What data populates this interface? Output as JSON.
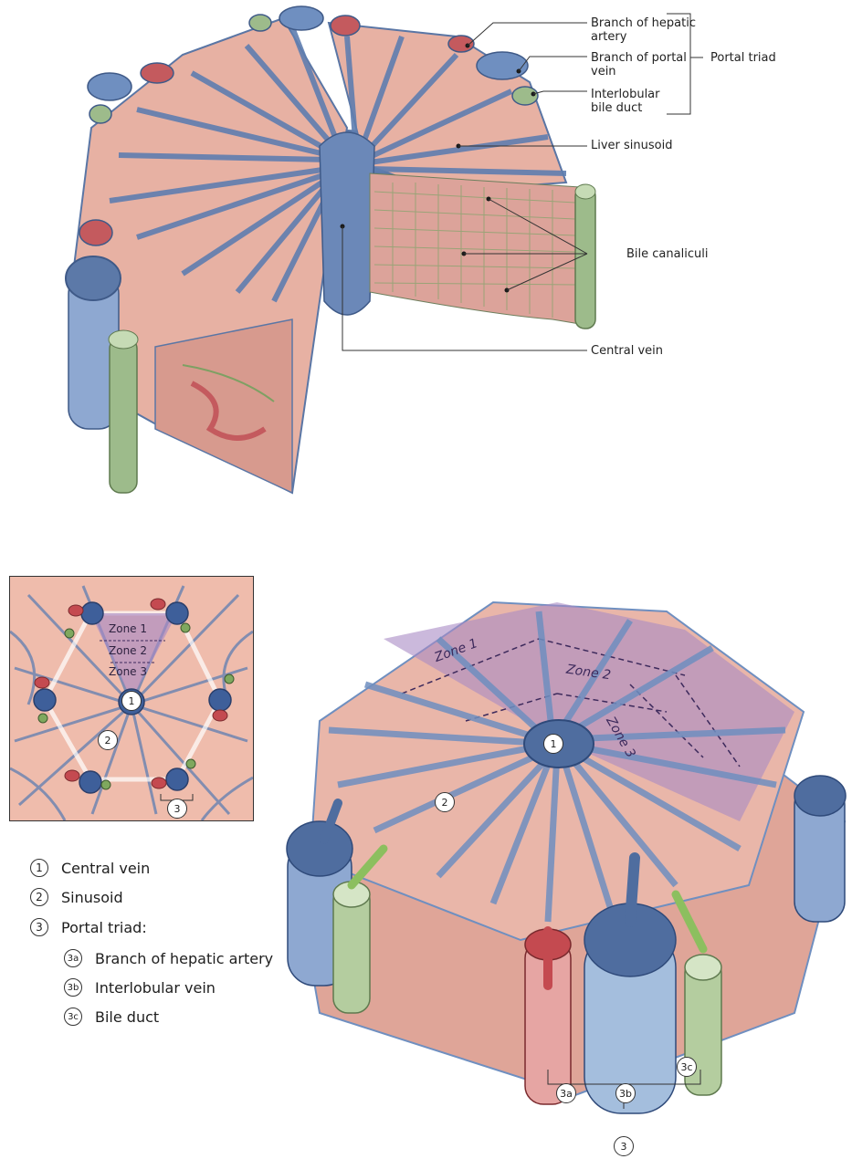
{
  "top_labels": {
    "hepatic_artery": "Branch of hepatic artery",
    "portal_vein": "Branch of portal vein",
    "bile_duct": "Interlobular bile duct",
    "portal_triad": "Portal triad",
    "sinusoid": "Liver sinusoid",
    "canaliculi": "Bile canaliculi",
    "central_vein": "Central vein"
  },
  "inset": {
    "zone1": "Zone 1",
    "zone2": "Zone 2",
    "zone3": "Zone 3",
    "marker1": "1",
    "marker2": "2",
    "marker3": "3"
  },
  "legend": [
    {
      "num": "1",
      "text": "Central vein"
    },
    {
      "num": "2",
      "text": "Sinusoid"
    },
    {
      "num": "3",
      "text": "Portal triad:"
    },
    {
      "num": "3a",
      "text": "Branch of hepatic artery"
    },
    {
      "num": "3b",
      "text": "Interlobular vein"
    },
    {
      "num": "3c",
      "text": "Bile duct"
    }
  ],
  "bottom_diagram": {
    "zone1": "Zone 1",
    "zone2": "Zone 2",
    "zone3": "Zone 3",
    "marker1": "1",
    "marker2": "2",
    "marker3": "3",
    "marker3a": "3a",
    "marker3b": "3b",
    "marker3c": "3c"
  },
  "colors": {
    "vein_blue": "#6f8fc0",
    "artery_red": "#c45a5e",
    "bile_green": "#9dbb8b",
    "hepatocyte_pink": "#e9b3a6",
    "zone_purple": "#a98bc4"
  }
}
